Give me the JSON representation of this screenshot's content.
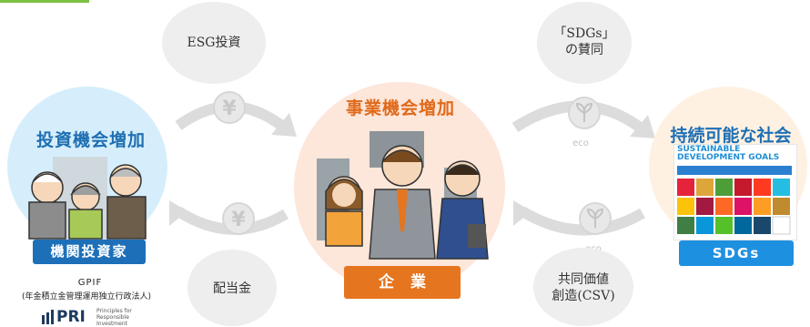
{
  "left": {
    "title": "投資機会増加",
    "label": "機関投資家",
    "org": "GPIF",
    "org_full": "(年金積立金管理運用独立行政法人)",
    "pri_mark": "PRI",
    "pri_sub": "Principles for Responsible Investment"
  },
  "center": {
    "title": "事業機会増加",
    "label": "企業"
  },
  "right": {
    "title": "持続可能な社会",
    "label": "SDGs",
    "sdg_logo": "SUSTAINABLE DEVELOPMENT GOALS"
  },
  "flows": {
    "top_left": "ESG投資",
    "bottom_left": "配当金",
    "top_right_line1": "「SDGs」",
    "top_right_line2": "の賛同",
    "bottom_right_line1": "共同価値",
    "bottom_right_line2": "創造(CSV)",
    "coin_symbol": "¥",
    "eco_label": "eco"
  },
  "colors": {
    "accent_blue": "#1d70b8",
    "accent_orange": "#e5751e",
    "accent_green": "#7cc142"
  }
}
